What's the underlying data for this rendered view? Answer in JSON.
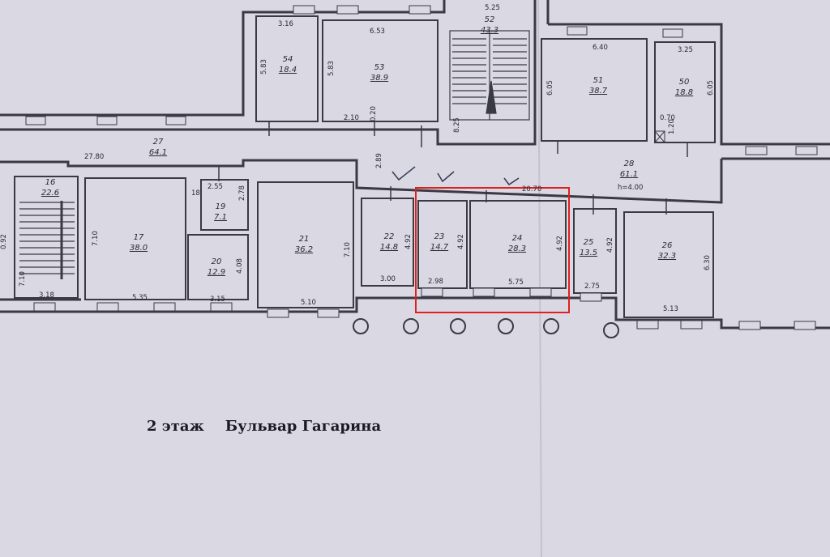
{
  "caption": {
    "floor": "2 этаж",
    "street": "Бульвар Гагарина"
  },
  "colors": {
    "paper": "#dad8e2",
    "ink": "#2a2a33",
    "highlight": "#e02020"
  },
  "rooms": [
    {
      "id": "r54",
      "number": "54",
      "area": "18.4"
    },
    {
      "id": "r53",
      "number": "53",
      "area": "38.9"
    },
    {
      "id": "r52",
      "number": "52",
      "area": "43.3"
    },
    {
      "id": "r51",
      "number": "51",
      "area": "38.7"
    },
    {
      "id": "r50",
      "number": "50",
      "area": "18.8"
    },
    {
      "id": "r27",
      "number": "27",
      "area": "64.1"
    },
    {
      "id": "r28",
      "number": "28",
      "area": "61.1"
    },
    {
      "id": "r16",
      "number": "16",
      "area": "22.6"
    },
    {
      "id": "r17",
      "number": "17",
      "area": "38.0"
    },
    {
      "id": "r19",
      "number": "19",
      "area": "7.1"
    },
    {
      "id": "r20",
      "number": "20",
      "area": "12.9"
    },
    {
      "id": "r21",
      "number": "21",
      "area": "36.2"
    },
    {
      "id": "r22",
      "number": "22",
      "area": "14.8"
    },
    {
      "id": "r23",
      "number": "23",
      "area": "14.7"
    },
    {
      "id": "r24",
      "number": "24",
      "area": "28.3"
    },
    {
      "id": "r25",
      "number": "25",
      "area": "13.5"
    },
    {
      "id": "r26",
      "number": "26",
      "area": "32.3"
    }
  ],
  "dimensions": [
    {
      "id": "d-316",
      "value": "3.16"
    },
    {
      "id": "d-653",
      "value": "6.53"
    },
    {
      "id": "d-525",
      "value": "5.25"
    },
    {
      "id": "d-640",
      "value": "6.40"
    },
    {
      "id": "d-325",
      "value": "3.25"
    },
    {
      "id": "d-583a",
      "value": "5.83"
    },
    {
      "id": "d-583b",
      "value": "5.83"
    },
    {
      "id": "d-605a",
      "value": "6.05"
    },
    {
      "id": "d-605b",
      "value": "6.05"
    },
    {
      "id": "d-210",
      "value": "2.10"
    },
    {
      "id": "d-020",
      "value": "0.20"
    },
    {
      "id": "d-825",
      "value": "8.25"
    },
    {
      "id": "d-070",
      "value": "0.70"
    },
    {
      "id": "d-120",
      "value": "1.20"
    },
    {
      "id": "d-2780",
      "value": "27.80"
    },
    {
      "id": "d-289",
      "value": "2.89"
    },
    {
      "id": "d-2070",
      "value": "20.70"
    },
    {
      "id": "d-h400",
      "value": "h=4.00"
    },
    {
      "id": "d-255",
      "value": "2.55"
    },
    {
      "id": "d-18",
      "value": "18"
    },
    {
      "id": "d-278",
      "value": "2.78"
    },
    {
      "id": "d-710a",
      "value": "7.10"
    },
    {
      "id": "d-710b",
      "value": "7.10"
    },
    {
      "id": "d-710c",
      "value": "7.10"
    },
    {
      "id": "d-408",
      "value": "4.08"
    },
    {
      "id": "d-492a",
      "value": "4.92"
    },
    {
      "id": "d-492b",
      "value": "4.92"
    },
    {
      "id": "d-492c",
      "value": "4.92"
    },
    {
      "id": "d-492d",
      "value": "4.92"
    },
    {
      "id": "d-630",
      "value": "6.30"
    },
    {
      "id": "d-092",
      "value": "0.92"
    },
    {
      "id": "d-318",
      "value": "3.18"
    },
    {
      "id": "d-535",
      "value": "5.35"
    },
    {
      "id": "d-315",
      "value": "3.15"
    },
    {
      "id": "d-510",
      "value": "5.10"
    },
    {
      "id": "d-300",
      "value": "3.00"
    },
    {
      "id": "d-298",
      "value": "2.98"
    },
    {
      "id": "d-575",
      "value": "5.75"
    },
    {
      "id": "d-275",
      "value": "2.75"
    },
    {
      "id": "d-513",
      "value": "5.13"
    }
  ]
}
